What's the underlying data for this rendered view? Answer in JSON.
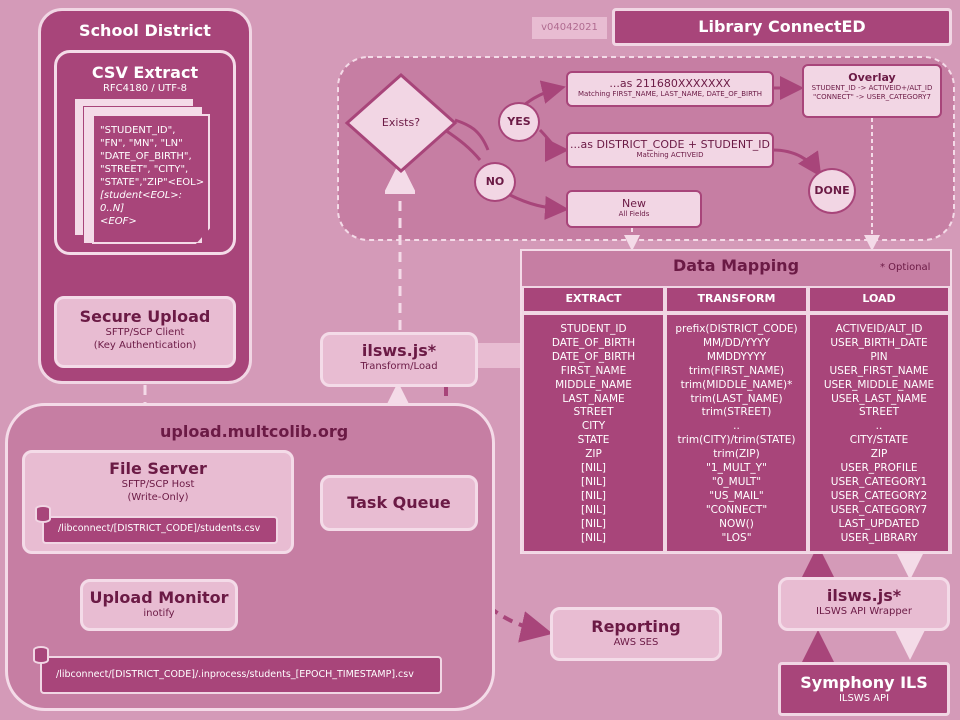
{
  "version": "v04042021",
  "title": "Library ConnectED",
  "school_district": {
    "title": "School District",
    "csv": {
      "title": "CSV Extract",
      "subtitle": "RFC4180 / UTF-8",
      "lines": [
        "\"STUDENT_ID\",",
        "\"FN\", \"MN\", \"LN\"",
        "\"DATE_OF_BIRTH\",",
        "\"STREET\", \"CITY\",",
        "\"STATE\",\"ZIP\"<EOL>",
        "[student<EOL>: 0..N]",
        "<EOF>"
      ]
    },
    "secure_upload": {
      "title": "Secure Upload",
      "line1": "SFTP/SCP Client",
      "line2": "(Key Authentication)"
    }
  },
  "upload_server": {
    "title": "upload.multcolib.org",
    "file_server": {
      "title": "File Server",
      "line1": "SFTP/SCP Host",
      "line2": "(Write-Only)"
    },
    "file_path": "/libconnect/[DISTRICT_CODE]/students.csv",
    "upload_monitor": {
      "title": "Upload Monitor",
      "sub": "inotify"
    },
    "inprocess_path": "/libconnect/[DISTRICT_CODE]/.inprocess/students_[EPOCH_TIMESTAMP].csv",
    "task_queue": "Task Queue"
  },
  "ilsws_transform": {
    "title": "ilsws.js*",
    "sub": "Transform/Load"
  },
  "reporting": {
    "title": "Reporting",
    "sub": "AWS SES"
  },
  "decision": {
    "exists": "Exists?",
    "yes": "YES",
    "no": "NO",
    "done": "DONE",
    "match1": {
      "title": "...as 211680XXXXXXX",
      "sub": "Matching FIRST_NAME, LAST_NAME, DATE_OF_BIRTH"
    },
    "match2": {
      "title": "...as DISTRICT_CODE + STUDENT_ID",
      "sub": "Matching ACTIVEID"
    },
    "new": {
      "title": "New",
      "sub": "All Fields"
    },
    "overlay": {
      "title": "Overlay",
      "line1": "STUDENT_ID -> ACTIVEID+/ALT_ID",
      "line2": "\"CONNECT\" -> USER_CATEGORY7"
    }
  },
  "mapping": {
    "title": "Data Mapping",
    "optional": "* Optional",
    "headers": [
      "EXTRACT",
      "TRANSFORM",
      "LOAD"
    ],
    "extract": [
      "STUDENT_ID",
      "DATE_OF_BIRTH",
      "DATE_OF_BIRTH",
      "FIRST_NAME",
      "MIDDLE_NAME",
      "LAST_NAME",
      "STREET",
      "CITY",
      "STATE",
      "ZIP",
      "[NIL]",
      "[NIL]",
      "[NIL]",
      "[NIL]",
      "[NIL]",
      "[NIL]"
    ],
    "transform": [
      "prefix(DISTRICT_CODE)",
      "MM/DD/YYYY",
      "MMDDYYYY",
      "trim(FIRST_NAME)",
      "trim(MIDDLE_NAME)*",
      "trim(LAST_NAME)",
      "trim(STREET)",
      "..",
      "trim(CITY)/trim(STATE)",
      "trim(ZIP)",
      "\"1_MULT_Y\"",
      "\"0_MULT\"",
      "\"US_MAIL\"",
      "\"CONNECT\"",
      "NOW()",
      "\"LOS\""
    ],
    "load": [
      "ACTIVEID/ALT_ID",
      "USER_BIRTH_DATE",
      "PIN",
      "USER_FIRST_NAME",
      "USER_MIDDLE_NAME",
      "USER_LAST_NAME",
      "STREET",
      "..",
      "CITY/STATE",
      "ZIP",
      "USER_PROFILE",
      "USER_CATEGORY1",
      "USER_CATEGORY2",
      "USER_CATEGORY7",
      "LAST_UPDATED",
      "USER_LIBRARY"
    ]
  },
  "ilsws_wrapper": {
    "title": "ilsws.js*",
    "sub": "ILSWS API Wrapper"
  },
  "symphony": {
    "title": "Symphony ILS",
    "sub": "ILSWS API"
  }
}
